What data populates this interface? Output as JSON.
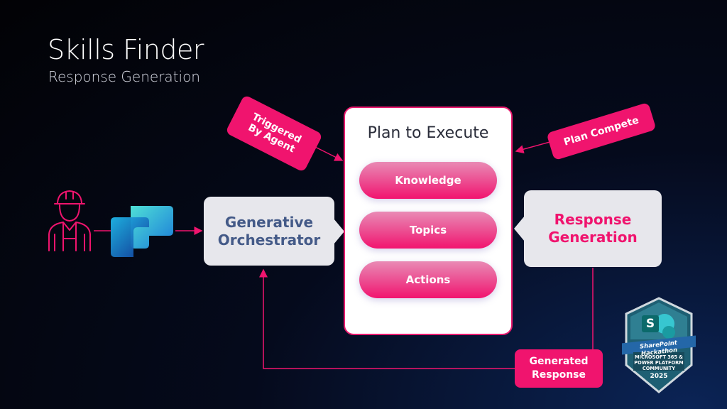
{
  "slide": {
    "title": "Skills Finder",
    "subtitle": "Response Generation"
  },
  "diagram": {
    "orchestrator_label": "Generative Orchestrator",
    "plan": {
      "title": "Plan to Execute",
      "items": [
        "Knowledge",
        "Topics",
        "Actions"
      ]
    },
    "response_label": "Response Generation",
    "tags": {
      "triggered": "Triggered By Agent",
      "plan_complete": "Plan Compete",
      "generated": "Generated Response"
    }
  },
  "icons": [
    "worker-icon",
    "copilot-logo-icon",
    "sharepoint-hackathon-badge"
  ],
  "badge": {
    "banner": "SharePoint Hackathon",
    "line1": "MICROSOFT 365 &",
    "line2": "POWER PLATFORM",
    "line3": "COMMUNITY",
    "year": "2025",
    "letter": "S"
  },
  "colors": {
    "accent": "#f0146e",
    "box_grey": "#e7e7ec",
    "orchestrator_text": "#445a88",
    "background": "#03050d"
  }
}
